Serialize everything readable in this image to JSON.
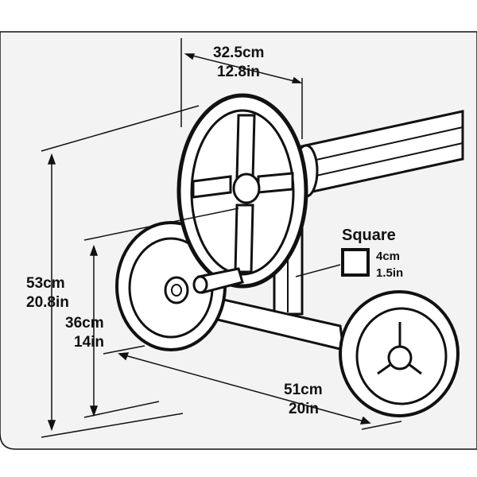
{
  "dimensions": {
    "width_top": {
      "metric": "32.5cm",
      "imperial": "12.8in"
    },
    "height_total": {
      "metric": "53cm",
      "imperial": "20.8in"
    },
    "height_axle": {
      "metric": "36cm",
      "imperial": "14in"
    },
    "length_base": {
      "metric": "51cm",
      "imperial": "20in"
    }
  },
  "square_tube": {
    "title": "Square",
    "metric": "4cm",
    "imperial": "1.5in"
  },
  "colors": {
    "line": "#111111",
    "background": "#ffffff",
    "panel": "#f2f2f2"
  }
}
